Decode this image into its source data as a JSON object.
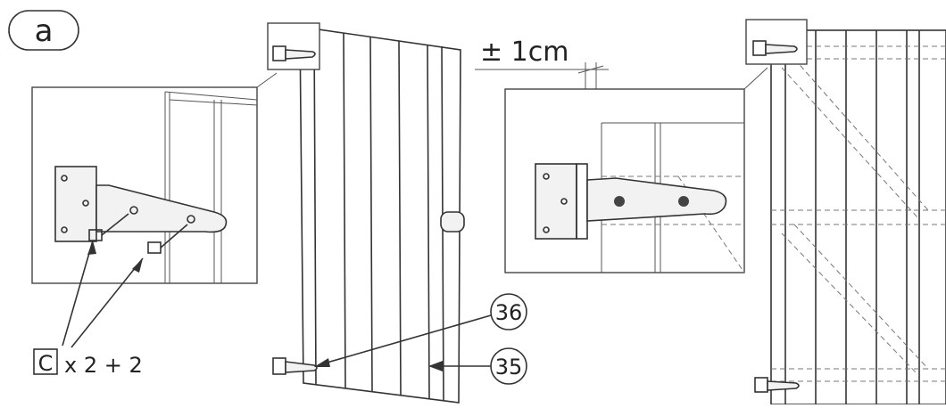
{
  "step": {
    "label": "a"
  },
  "dimension": {
    "text": "± 1cm"
  },
  "hardware": {
    "letter": "C",
    "quantity": "x 2 + 2"
  },
  "callouts": {
    "door_panel": "36",
    "hinge_part": "35"
  },
  "colors": {
    "line": "#333333",
    "background": "#ffffff"
  }
}
